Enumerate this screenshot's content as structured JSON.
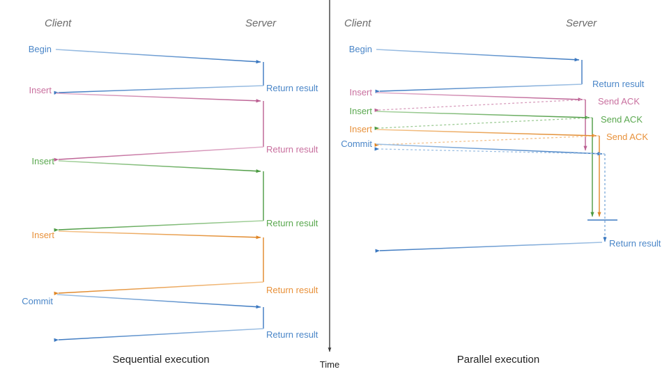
{
  "colors": {
    "blue": "#4a86c8",
    "pink": "#c9709f",
    "green": "#5aa84f",
    "orange": "#e8913a",
    "divider": "#3b3b3b",
    "lane_title": "#6b6b6b",
    "caption": "#222222"
  },
  "time_axis": {
    "label": "Time"
  },
  "left_panel": {
    "caption": "Sequential execution",
    "client_title": "Client",
    "server_title": "Server",
    "client_messages": [
      {
        "label": "Begin",
        "color": "#4a86c8"
      },
      {
        "label": "Insert",
        "color": "#c9709f"
      },
      {
        "label": "Insert",
        "color": "#5aa84f"
      },
      {
        "label": "Insert",
        "color": "#e8913a"
      },
      {
        "label": "Commit",
        "color": "#4a86c8"
      }
    ],
    "server_messages": [
      {
        "label": "Return result",
        "color": "#4a86c8"
      },
      {
        "label": "Return result",
        "color": "#c9709f"
      },
      {
        "label": "Return result",
        "color": "#5aa84f"
      },
      {
        "label": "Return result",
        "color": "#e8913a"
      },
      {
        "label": "Return result",
        "color": "#4a86c8"
      }
    ]
  },
  "right_panel": {
    "caption": "Parallel execution",
    "client_title": "Client",
    "server_title": "Server",
    "client_messages": [
      {
        "label": "Begin",
        "color": "#4a86c8"
      },
      {
        "label": "Insert",
        "color": "#c9709f"
      },
      {
        "label": "Insert",
        "color": "#5aa84f"
      },
      {
        "label": "Insert",
        "color": "#e8913a"
      },
      {
        "label": "Commit",
        "color": "#4a86c8"
      }
    ],
    "server_messages": [
      {
        "label": "Return result",
        "color": "#4a86c8"
      },
      {
        "label": "Send ACK",
        "color": "#c9709f"
      },
      {
        "label": "Send ACK",
        "color": "#5aa84f"
      },
      {
        "label": "Send ACK",
        "color": "#e8913a"
      },
      {
        "label": "Return result",
        "color": "#4a86c8"
      }
    ]
  }
}
